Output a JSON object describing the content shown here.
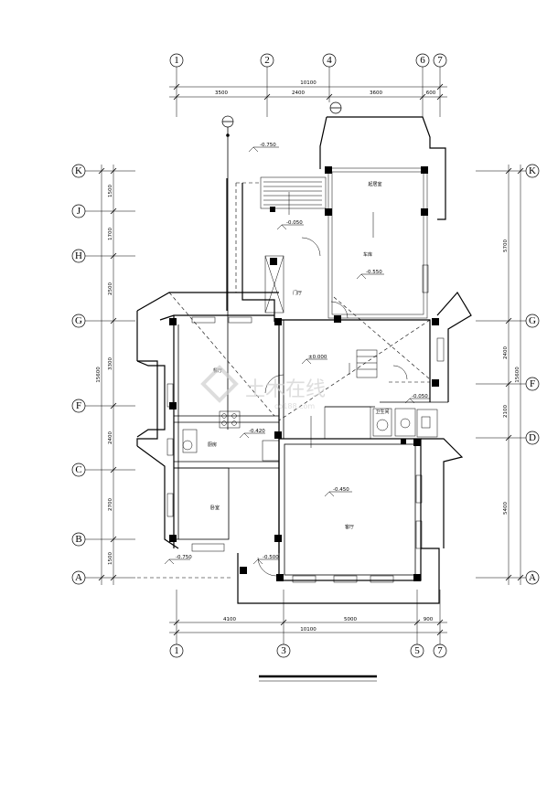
{
  "axes": {
    "top": [
      "1",
      "2",
      "4",
      "6",
      "7"
    ],
    "bottom": [
      "1",
      "3",
      "5",
      "7"
    ],
    "left": [
      "K",
      "J",
      "H",
      "G",
      "F",
      "C",
      "B",
      "A"
    ],
    "right": [
      "K",
      "G",
      "F",
      "D",
      "A"
    ],
    "north_markers": [
      "",
      ""
    ]
  },
  "dimensions": {
    "top_total": "10100",
    "top_segments": [
      "3500",
      "2400",
      "3600",
      "600"
    ],
    "bottom_total": "10100",
    "bottom_segments": [
      "4100",
      "5000",
      "900"
    ],
    "left_total": "15600",
    "left_segments": [
      "1500",
      "1700",
      "2500",
      "3300",
      "2400",
      "2700",
      "1500"
    ],
    "right_total": "15600",
    "right_segments": [
      "5700",
      "2400",
      "2100",
      "5400"
    ]
  },
  "levels": [
    "-0.750",
    "-0.050",
    "-0.550",
    "±0.000",
    "-0.050",
    "-0.420",
    "-0.450",
    "-0.750",
    "-0.500"
  ],
  "rooms": [
    "餐厅",
    "厨房",
    "客厅",
    "卧室",
    "门厅",
    "车库",
    "卫生间",
    "起居室"
  ],
  "watermark": {
    "main": "土木在线",
    "sub": "co188.com"
  }
}
